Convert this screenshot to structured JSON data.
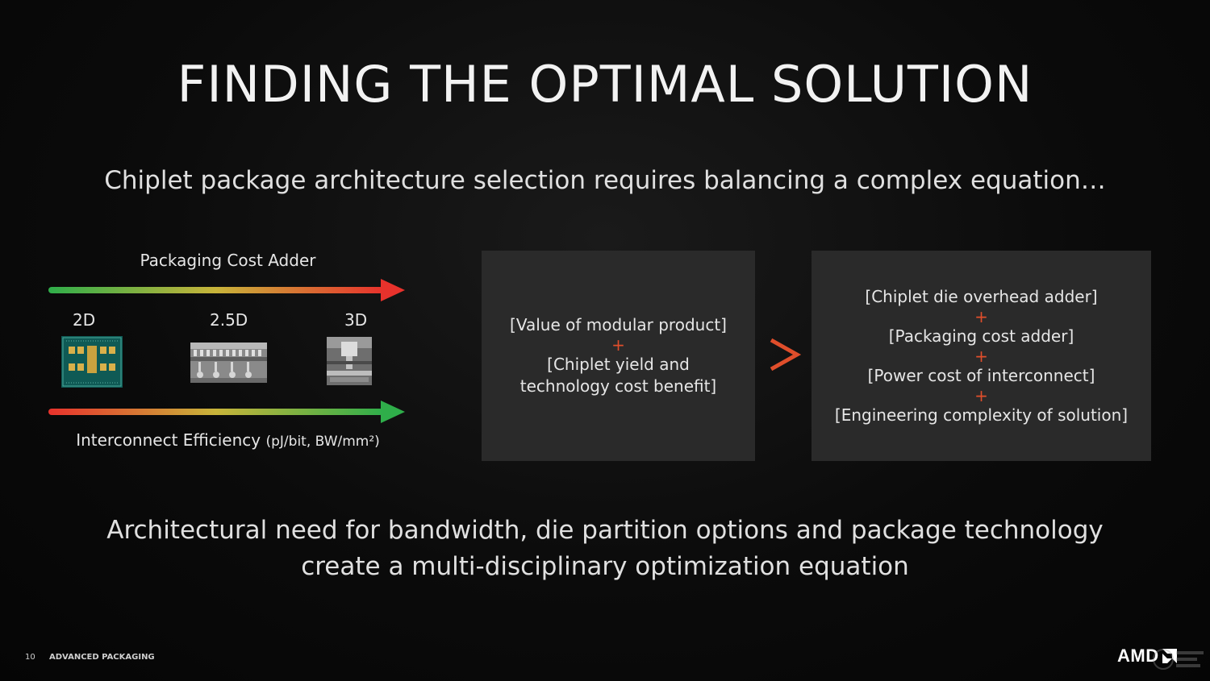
{
  "slide": {
    "title": "FINDING THE OPTIMAL SOLUTION",
    "subtitle": "Chiplet package architecture selection requires balancing a complex equation…",
    "bottom_line1": "Architectural need for bandwidth, die partition options and package technology",
    "bottom_line2": "create a multi-disciplinary optimization equation",
    "page_number": "10",
    "section": "ADVANCED PACKAGING"
  },
  "diagram": {
    "packaging_label": "Packaging Cost Adder",
    "interconnect_label": "Interconnect Efficiency",
    "interconnect_unit": "(pJ/bit, BW/mm²)",
    "tech": [
      "2D",
      "2.5D",
      "3D"
    ],
    "arrow_colors": {
      "green": "#2fae4a",
      "yellow": "#c8b43a",
      "red": "#e8322c"
    }
  },
  "equation": {
    "left_items": [
      "[Value of modular product]",
      "[Chiplet yield and",
      "technology cost benefit]"
    ],
    "operator": ">",
    "right_items": [
      "[Chiplet die overhead adder]",
      "[Packaging cost adder]",
      "[Power cost of interconnect]",
      "[Engineering complexity of solution]"
    ],
    "plus": "+",
    "accent_color": "#e04e2b",
    "box_color": "#2a2a2a"
  },
  "branding": {
    "logo": "AMD"
  }
}
